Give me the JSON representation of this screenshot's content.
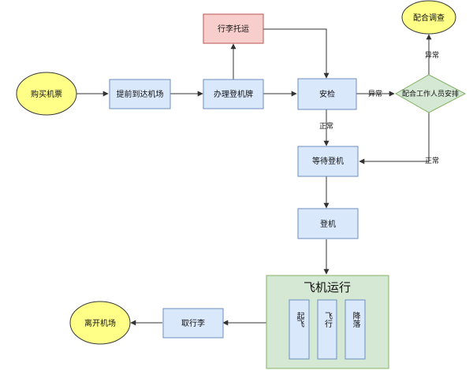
{
  "flowchart": {
    "nodes": {
      "buy_ticket": "购买机票",
      "arrive_early": "提前到达机场",
      "check_in": "办理登机牌",
      "baggage": "行李托运",
      "security": "安检",
      "staff": "配合工作人员安排",
      "cooperate": "配合调查",
      "wait": "等待登机",
      "board": "登机",
      "flight": "飞机运行",
      "takeoff": "起飞",
      "cruise": "飞行",
      "landing": "降落",
      "baggage_claim": "取行李",
      "leave": "离开机场"
    },
    "edges": {
      "abnormal_1": "异常",
      "abnormal_2": "异常",
      "normal_1": "正常",
      "normal_2": "正常"
    }
  },
  "colors": {
    "blue_fill": "#dae8fc",
    "blue_stroke": "#6c8ebf",
    "yellow_fill": "#ffff88",
    "yellow_stroke": "#36393d",
    "red_fill": "#f8cecc",
    "red_stroke": "#b85450",
    "green_fill": "#d5e8d4",
    "green_stroke": "#82b366",
    "arrow": "#333333"
  }
}
